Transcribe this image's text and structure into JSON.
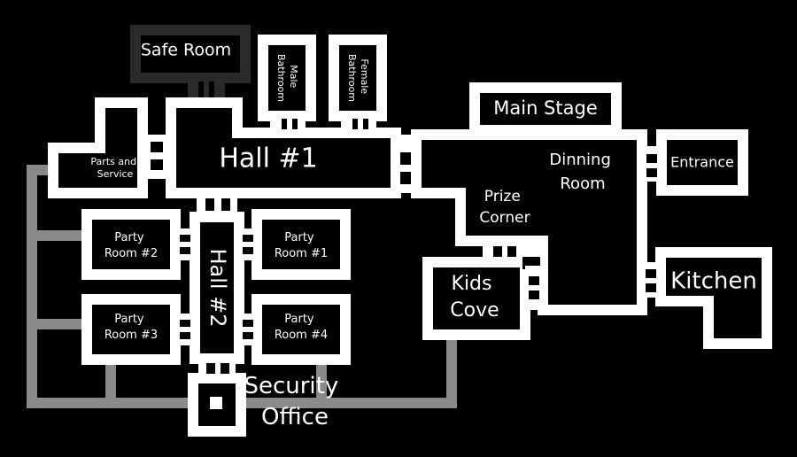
{
  "colors": {
    "background": "#000000",
    "wall": "#ffffff",
    "vent": "#8a8a8a",
    "safe_room_wall": "#2a2a2a"
  },
  "rooms": {
    "safe_room": "Safe Room",
    "male_bathroom": [
      "Male",
      "Bathroom"
    ],
    "female_bathroom": [
      "Female",
      "Bathroom"
    ],
    "main_stage": "Main Stage",
    "parts_service": [
      "Parts and",
      "Service"
    ],
    "hall_1": "Hall #1",
    "dining_room": [
      "Dinning",
      "Room"
    ],
    "entrance": "Entrance",
    "prize_corner": [
      "Prize",
      "Corner"
    ],
    "party_room_2": [
      "Party",
      "Room #2"
    ],
    "party_room_1": [
      "Party",
      "Room #1"
    ],
    "party_room_3": [
      "Party",
      "Room #3"
    ],
    "party_room_4": [
      "Party",
      "Room #4"
    ],
    "hall_2": "Hall #2",
    "kids_cove": [
      "Kids",
      "Cove"
    ],
    "kitchen": "Kitchen",
    "security_office": [
      "Security",
      "Office"
    ]
  }
}
